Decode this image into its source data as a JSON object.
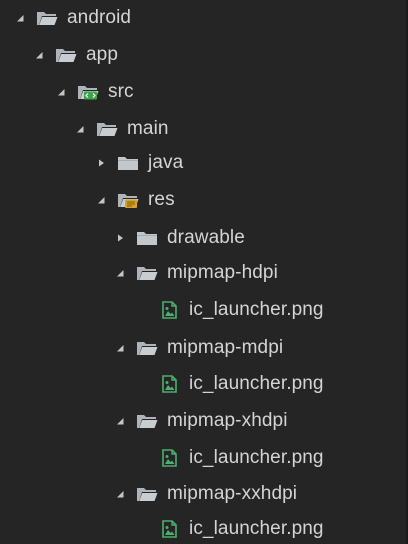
{
  "tree": [
    {
      "label": "android",
      "icon": "folder-open-icon",
      "expanded": true,
      "has_children": true
    },
    {
      "label": "app",
      "icon": "folder-open-icon",
      "expanded": true,
      "has_children": true
    },
    {
      "label": "src",
      "icon": "source-folder-icon",
      "expanded": true,
      "has_children": true
    },
    {
      "label": "main",
      "icon": "folder-open-icon",
      "expanded": true,
      "has_children": true
    },
    {
      "label": "java",
      "icon": "folder-closed-icon",
      "expanded": false,
      "has_children": true
    },
    {
      "label": "res",
      "icon": "resource-folder-icon",
      "expanded": true,
      "has_children": true
    },
    {
      "label": "drawable",
      "icon": "folder-closed-icon",
      "expanded": false,
      "has_children": true
    },
    {
      "label": "mipmap-hdpi",
      "icon": "folder-open-icon",
      "expanded": true,
      "has_children": true
    },
    {
      "label": "ic_launcher.png",
      "icon": "image-file-icon",
      "expanded": false,
      "has_children": false
    },
    {
      "label": "mipmap-mdpi",
      "icon": "folder-open-icon",
      "expanded": true,
      "has_children": true
    },
    {
      "label": "ic_launcher.png",
      "icon": "image-file-icon",
      "expanded": false,
      "has_children": false
    },
    {
      "label": "mipmap-xhdpi",
      "icon": "folder-open-icon",
      "expanded": true,
      "has_children": true
    },
    {
      "label": "ic_launcher.png",
      "icon": "image-file-icon",
      "expanded": false,
      "has_children": false
    },
    {
      "label": "mipmap-xxhdpi",
      "icon": "folder-open-icon",
      "expanded": true,
      "has_children": true
    },
    {
      "label": "ic_launcher.png",
      "icon": "image-file-icon",
      "expanded": false,
      "has_children": false
    }
  ],
  "colors": {
    "background": "#252526",
    "text": "#d4d4d4",
    "twistie": "#c5c5c5",
    "folder": "#c2c7cc",
    "source_badge": "#3fa34d",
    "resource_badge": "#d9a327",
    "image_file": "#4caf6e"
  }
}
